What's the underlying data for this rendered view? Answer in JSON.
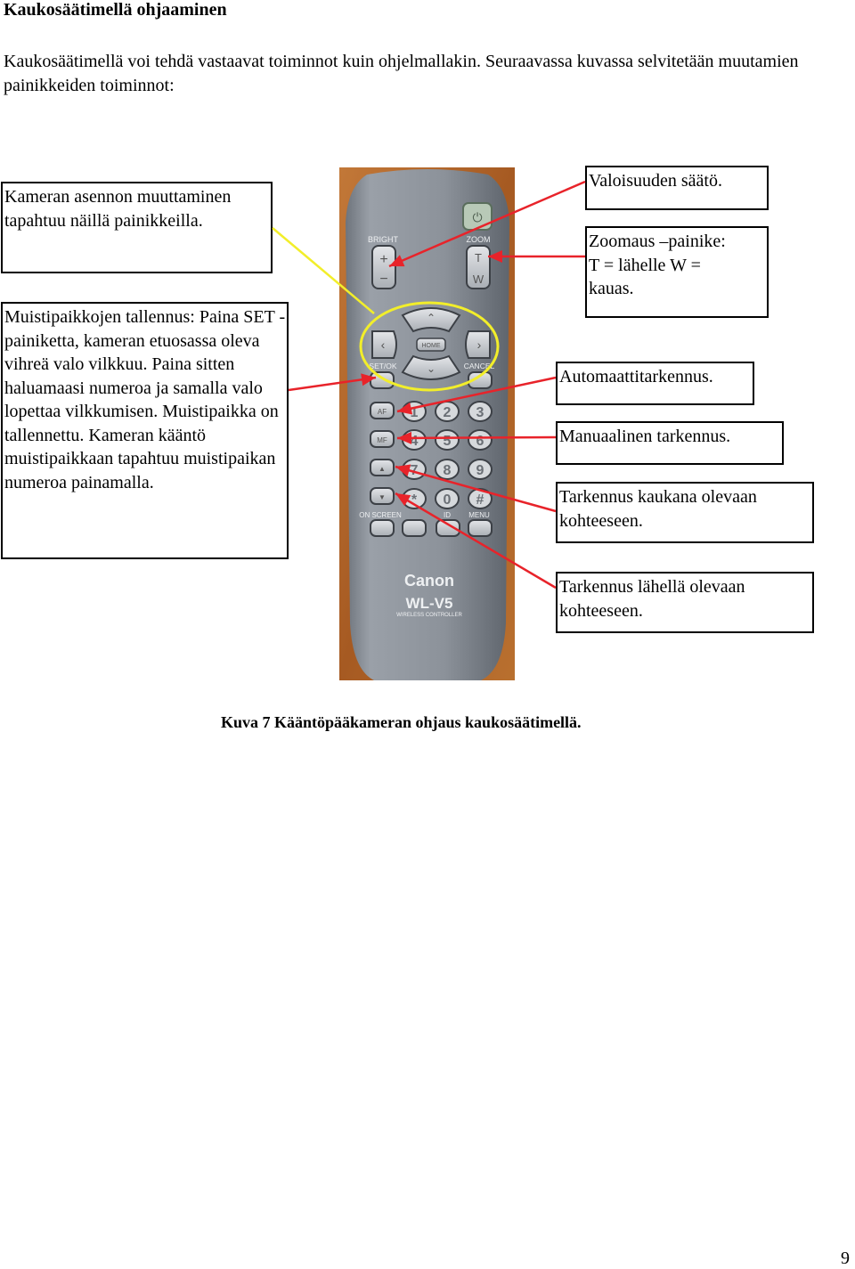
{
  "page": {
    "heading": "Kaukosäätimellä ohjaaminen",
    "intro": "Kaukosäätimellä voi tehdä vastaavat toiminnot kuin ohjelmallakin. Seuraavassa kuvassa selvitetään muutamien painikkeiden toiminnot:",
    "caption": "Kuva 7 Kääntöpääkameran ohjaus kaukosäätimellä.",
    "page_number": "9"
  },
  "callouts": {
    "camera_position": "Kameran asennon muuttaminen tapahtuu näillä painikkeilla.",
    "memory": "Muistipaikkojen tallennus: Paina SET -painiketta, kameran etuosassa oleva vihreä valo vilkkuu. Paina sitten haluamaasi numeroa ja samalla valo lopettaa vilkkumisen. Muistipaikka on tallennettu. Kameran kääntö muistipaikkaan tapahtuu muistipaikan numeroa painamalla.",
    "brightness": "Valoisuuden säätö.",
    "zoom": "Zoomaus –painike: T = lähelle W = kauas.",
    "autofocus": "Automaattitarkennus.",
    "manual_focus": "Manuaalinen tarkennus.",
    "focus_far": "Tarkennus kaukana olevaan kohteeseen.",
    "focus_near": "Tarkennus lähellä olevaan kohteeseen."
  },
  "remote": {
    "brand": "Canon",
    "model": "WL-V5",
    "model_sub": "WIRELESS CONTROLLER",
    "bright_label": "BRIGHT",
    "zoom_label": "ZOOM",
    "zoom_t": "T",
    "zoom_w": "W",
    "plus": "+",
    "minus": "−",
    "home_label": "HOME",
    "setok_label": "SET/OK",
    "cancel_label": "CANCEL",
    "af_label": "AF",
    "mf_label": "MF",
    "onscreen_label": "ON SCREEN",
    "id_label": "ID",
    "menu_label": "MENU",
    "num_labels": [
      "1",
      "2",
      "3",
      "4",
      "5",
      "6",
      "7",
      "8",
      "9",
      "*",
      "0",
      "#"
    ],
    "colors": {
      "body": "#8e949c",
      "background": "#b5682e",
      "button": "#d2d5d9",
      "yellow": "#f2ee2a",
      "red": "#e8232a"
    }
  }
}
